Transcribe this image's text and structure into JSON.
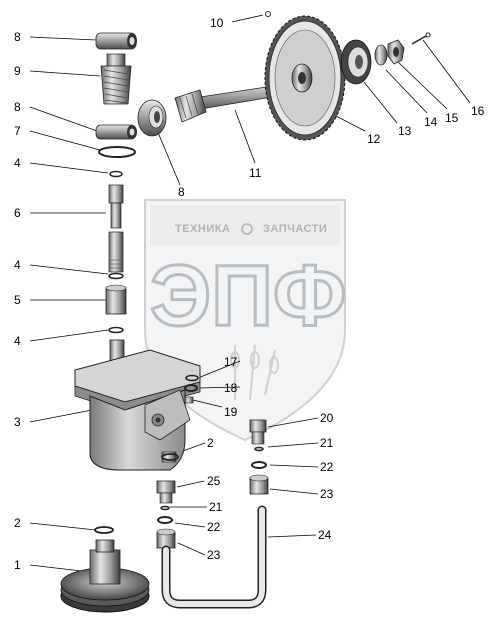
{
  "watermark": {
    "top_left": "ТЕХНИКА",
    "top_right": "ЗАПЧАСТИ",
    "big": "ЭПФ"
  },
  "callouts": {
    "c1": "1",
    "c2a": "2",
    "c2b": "2",
    "c3": "3",
    "c4a": "4",
    "c4b": "4",
    "c4c": "4",
    "c5": "5",
    "c6": "6",
    "c7": "7",
    "c8a": "8",
    "c8b": "8",
    "c8c": "8",
    "c9": "9",
    "c10": "10",
    "c11": "11",
    "c12": "12",
    "c13": "13",
    "c14": "14",
    "c15": "15",
    "c16": "16",
    "c17": "17",
    "c18": "18",
    "c19": "19",
    "c20": "20",
    "c21a": "21",
    "c21b": "21",
    "c22a": "22",
    "c22b": "22",
    "c23a": "23",
    "c23b": "23",
    "c24": "24",
    "c25": "25"
  }
}
